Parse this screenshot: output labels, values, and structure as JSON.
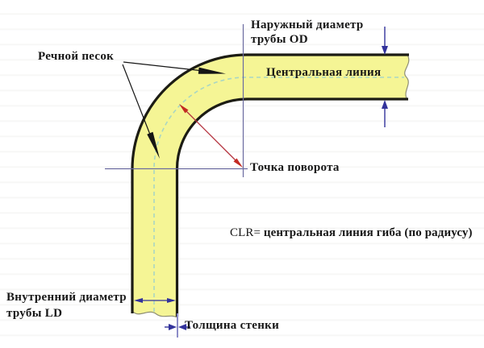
{
  "diagram": {
    "title_hint": "pipe-bend-diagram",
    "labels": {
      "outer_diameter": "Наружный диаметр трубы OD",
      "central_line": "Центральная линия",
      "river_sand": "Речной песок",
      "turning_point": "Точка поворота",
      "clr_prefix": "CLR=",
      "clr_definition": " центральная линия гиба (по радиусу)",
      "inner_diameter": "Внутренний диаметр трубы LD",
      "wall_thickness": "Толщина стенки"
    },
    "colors": {
      "pipe_fill": "#f5f595",
      "pipe_outline": "#1c1c14",
      "break_line": "#8f8f74",
      "centerline_dash": "#a9d6c3",
      "measure_blue": "#32329b",
      "crosshair_blue": "#6b6ba0",
      "thickness_line_blue": "#8c8cc8",
      "radius_red": "#b4303c",
      "radius_red_head": "#c32a22",
      "callout_black": "#151515"
    }
  }
}
